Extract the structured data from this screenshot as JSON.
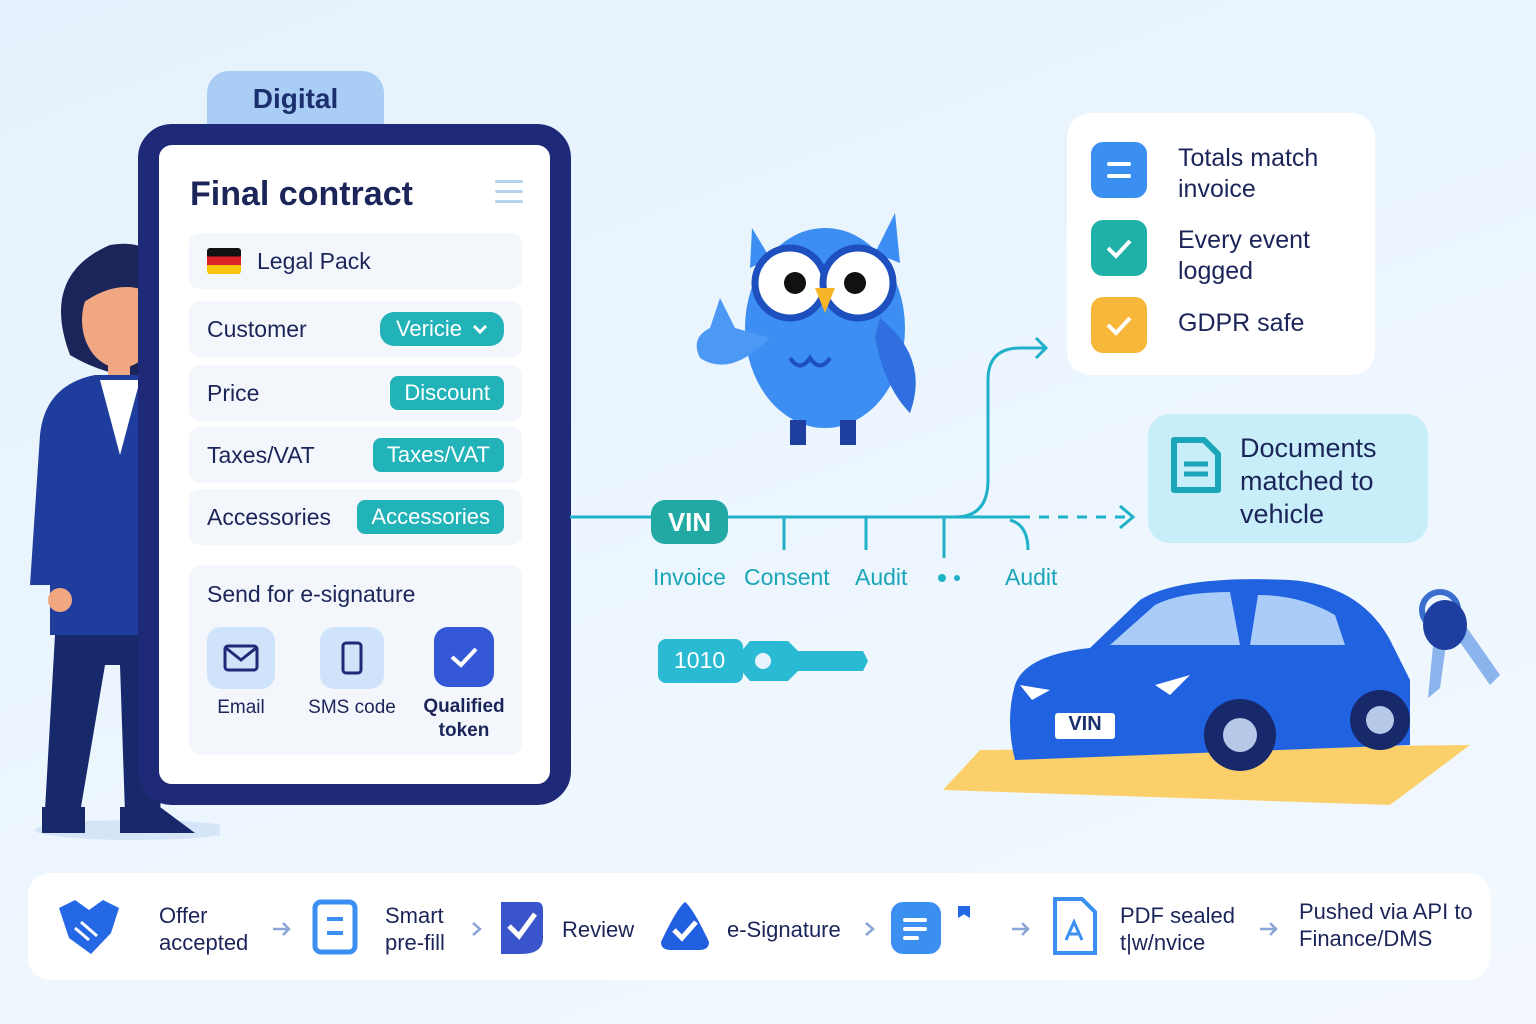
{
  "contract": {
    "tab_label": "Digital",
    "title": "Final contract",
    "legal_pack": "Legal Pack",
    "rows": [
      {
        "label": "Customer",
        "value": "Vericie"
      },
      {
        "label": "Price",
        "value": "Discount"
      },
      {
        "label": "Taxes/VAT",
        "value": "Taxes/VAT"
      },
      {
        "label": "Accessories",
        "value": "Accessories"
      }
    ],
    "signature": {
      "label": "Send for e-signature",
      "options": [
        "Email",
        "SMS code",
        "Qualified token"
      ]
    }
  },
  "checks": [
    {
      "text": "Totals match invoice",
      "icon": "equals-icon",
      "color": "#3b8ff0"
    },
    {
      "text": "Every event logged",
      "icon": "check-icon",
      "color": "#1fb0a8"
    },
    {
      "text": "GDPR safe",
      "icon": "check-icon",
      "color": "#f7b73a"
    }
  ],
  "documents_card": "Documents matched to vehicle",
  "timeline": {
    "vin": "VIN",
    "labels": [
      "Invoice",
      "Consent",
      "Audit",
      "Audit"
    ],
    "key_code": "1010"
  },
  "car": {
    "plate": "VIN"
  },
  "flow": [
    {
      "text": "Offer accepted",
      "icon": "handshake-icon"
    },
    {
      "text": "Smart pre-fill",
      "icon": "form-icon"
    },
    {
      "text": "Review",
      "icon": "check-badge-icon"
    },
    {
      "text": "e-Signature",
      "icon": "signature-check-icon"
    },
    {
      "text": "",
      "icon": "document-list-icon"
    },
    {
      "text": "PDF sealed t|w/nvice",
      "icon": "pdf-icon"
    },
    {
      "text": "Pushed via API to Finance/DMS",
      "icon": "api-icon"
    }
  ]
}
